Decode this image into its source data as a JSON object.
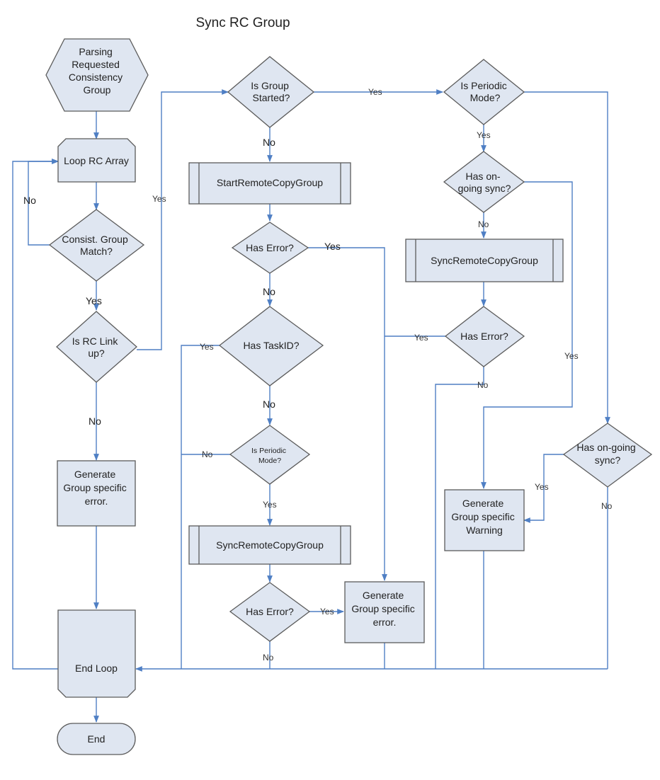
{
  "title": "Sync RC Group",
  "nodes": {
    "parsing": [
      "Parsing",
      "Requested",
      "Consistency",
      "Group"
    ],
    "loop_rc_array": "Loop RC Array",
    "consist_match": [
      "Consist. Group",
      "Match?"
    ],
    "rc_link_up": [
      "Is RC Link",
      "up?"
    ],
    "error_left": [
      "Generate",
      "Group specific",
      "error."
    ],
    "end_loop": "End Loop",
    "end": "End",
    "group_started": [
      "Is Group",
      "Started?"
    ],
    "start_remote": "StartRemoteCopyGroup",
    "has_error_1": "Has Error?",
    "has_taskid": "Has TaskID?",
    "periodic_mode_mid": [
      "Is Periodic",
      "Mode?"
    ],
    "sync_remote_mid": "SyncRemoteCopyGroup",
    "has_error_2": "Has Error?",
    "error_mid": [
      "Generate",
      "Group specific",
      "error."
    ],
    "periodic_mode_right": [
      "Is Periodic",
      "Mode?"
    ],
    "ongoing_sync_1": [
      "Has on-",
      "going sync?"
    ],
    "sync_remote_right": "SyncRemoteCopyGroup",
    "has_error_3": "Has Error?",
    "warning": [
      "Generate",
      "Group specific",
      "Warning"
    ],
    "ongoing_sync_2": [
      "Has on-going",
      "sync?"
    ]
  },
  "edge_labels": {
    "yes": "Yes",
    "no": "No"
  },
  "colors": {
    "node_fill": "#dfe6f1",
    "node_stroke": "#5b5b5b",
    "connector": "#4f7fc4"
  }
}
